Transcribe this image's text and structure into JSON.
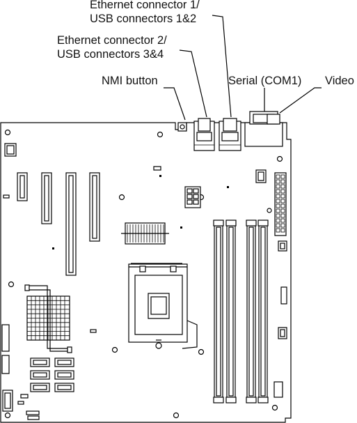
{
  "callouts": {
    "ethernet1_line1": "Ethernet connector 1/",
    "ethernet1_line2": "USB connectors 1&2",
    "ethernet2_line1": "Ethernet connector 2/",
    "ethernet2_line2": "USB connectors 3&4",
    "nmi": "NMI button",
    "serial": "Serial (COM1)",
    "video": "Video"
  }
}
